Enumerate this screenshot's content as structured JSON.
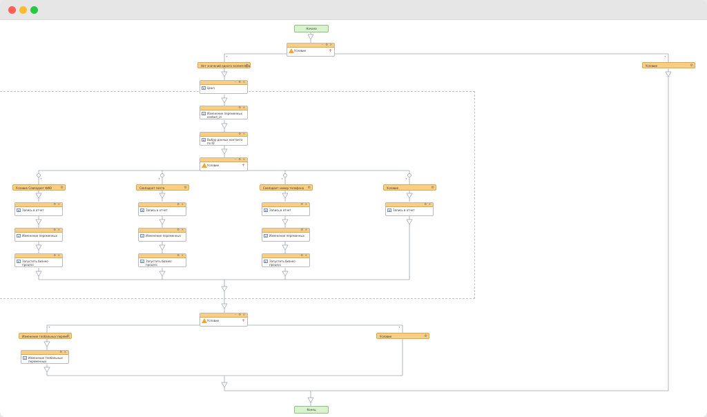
{
  "nodes": {
    "start": "Начало",
    "end": "Конец",
    "condition_top": "Условие",
    "label_no_unique": "Нет значений одного экземпляра",
    "label_else_top": "Условие",
    "loop": "Цикл",
    "set_contact_id": "Изменение переменных contact_id",
    "select_contact": "Выбор данных контакта по ID",
    "condition_inner": "Условие",
    "branch1_label": "Условие Совпадает ФИО",
    "branch2_label": "Совпадает почта",
    "branch3_label": "Совпадает номер телефона",
    "branch4_label": "Условие",
    "report": "Запись в отчет",
    "change_vars": "Изменение переменных",
    "run_bp": "Запустить бизнес-процесс",
    "condition_bottom": "Условие",
    "label_global": "Изменение глобальных переме...",
    "label_else_bottom": "Условие",
    "change_global": "Изменение глобальных переменных"
  },
  "branch_markers": {
    "yes": "˃",
    "no": "˂"
  }
}
